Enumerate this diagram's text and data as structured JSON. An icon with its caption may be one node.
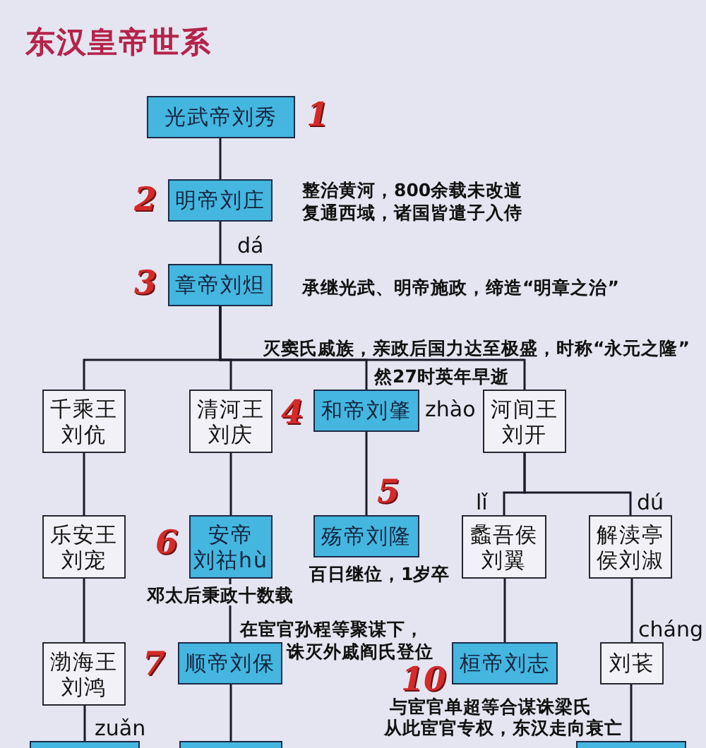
{
  "diagram": {
    "title": "东汉皇帝世系",
    "nodes": [
      {
        "text": [
          "光武帝刘秀"
        ],
        "beside": [
          "1"
        ]
      },
      {
        "text": [
          "明帝刘庄"
        ],
        "beside": [
          "2",
          "整治黄河，800余载未改道",
          "复通西域，诸国皆遣子入侍"
        ]
      },
      {
        "text": [
          "章帝刘炟"
        ],
        "beside": [
          "3",
          "dá",
          "承继光武、明帝施政，缔造“明章之治”"
        ]
      },
      {
        "text": [
          "千乘王",
          "刘伉"
        ]
      },
      {
        "text": [
          "清河王",
          "刘庆"
        ]
      },
      {
        "text": [
          "和帝刘肇"
        ],
        "beside": [
          "4",
          "zhào",
          "灭窦氏戚族，亲政后国力达至极盛，时称“永元之隆”",
          "然27时英年早逝"
        ]
      },
      {
        "text": [
          "河间王",
          "刘开"
        ]
      },
      {
        "text": [
          "乐安王",
          "刘宠"
        ]
      },
      {
        "text": [
          "安帝",
          "刘祜hù"
        ],
        "beside": [
          "6",
          "邓太后秉政十数载"
        ]
      },
      {
        "text": [
          "殇帝刘隆"
        ],
        "beside": [
          "5",
          "百日继位，1岁卒"
        ]
      },
      {
        "text": [
          "蠡吾侯",
          "刘翼"
        ],
        "beside": [
          "lǐ"
        ]
      },
      {
        "text": [
          "解渎亭侯刘淑"
        ],
        "beside": [
          "dú"
        ]
      },
      {
        "text": [
          "渤海王",
          "刘鸿"
        ]
      },
      {
        "text": [
          "顺帝刘保"
        ],
        "beside": [
          "7",
          "在宦官孙程等聚谋下，",
          "诛灭外戚阎氏登位"
        ]
      },
      {
        "text": [
          "桓帝刘志"
        ],
        "beside": [
          "10",
          "与宦官单超等合谋诛梁氏",
          "从此宦官专权，东汉走向衰亡"
        ]
      },
      {
        "text": [
          "刘苌"
        ],
        "beside": [
          "cháng"
        ]
      },
      {
        "text": [],
        "shape": "box",
        "beside": [
          "zuǎn"
        ]
      },
      {
        "text": [],
        "shape": "box"
      },
      {
        "text": [],
        "shape": "box"
      }
    ],
    "edges": [
      {
        "from": 0,
        "to": 1,
        "arrow": "none"
      },
      {
        "from": 1,
        "to": 2,
        "arrow": "none"
      },
      {
        "from": 2,
        "to": 3,
        "arrow": "none"
      },
      {
        "from": 2,
        "to": 4,
        "arrow": "none"
      },
      {
        "from": 2,
        "to": 5,
        "arrow": "none"
      },
      {
        "from": 2,
        "to": 6,
        "arrow": "none"
      },
      {
        "from": 3,
        "to": 7,
        "arrow": "none"
      },
      {
        "from": 4,
        "to": 8,
        "arrow": "none"
      },
      {
        "from": 5,
        "to": 9,
        "arrow": "none"
      },
      {
        "from": 6,
        "to": 10,
        "arrow": "none"
      },
      {
        "from": 6,
        "to": 11,
        "arrow": "none"
      },
      {
        "from": 7,
        "to": 12,
        "arrow": "none"
      },
      {
        "from": 8,
        "to": 13,
        "arrow": "none"
      },
      {
        "from": 10,
        "to": 14,
        "arrow": "none"
      },
      {
        "from": 11,
        "to": 15,
        "arrow": "none"
      },
      {
        "from": 12,
        "to": 16,
        "arrow": "none"
      },
      {
        "from": 13,
        "to": 17,
        "arrow": "none"
      },
      {
        "from": 15,
        "to": 18,
        "arrow": "none"
      }
    ]
  }
}
